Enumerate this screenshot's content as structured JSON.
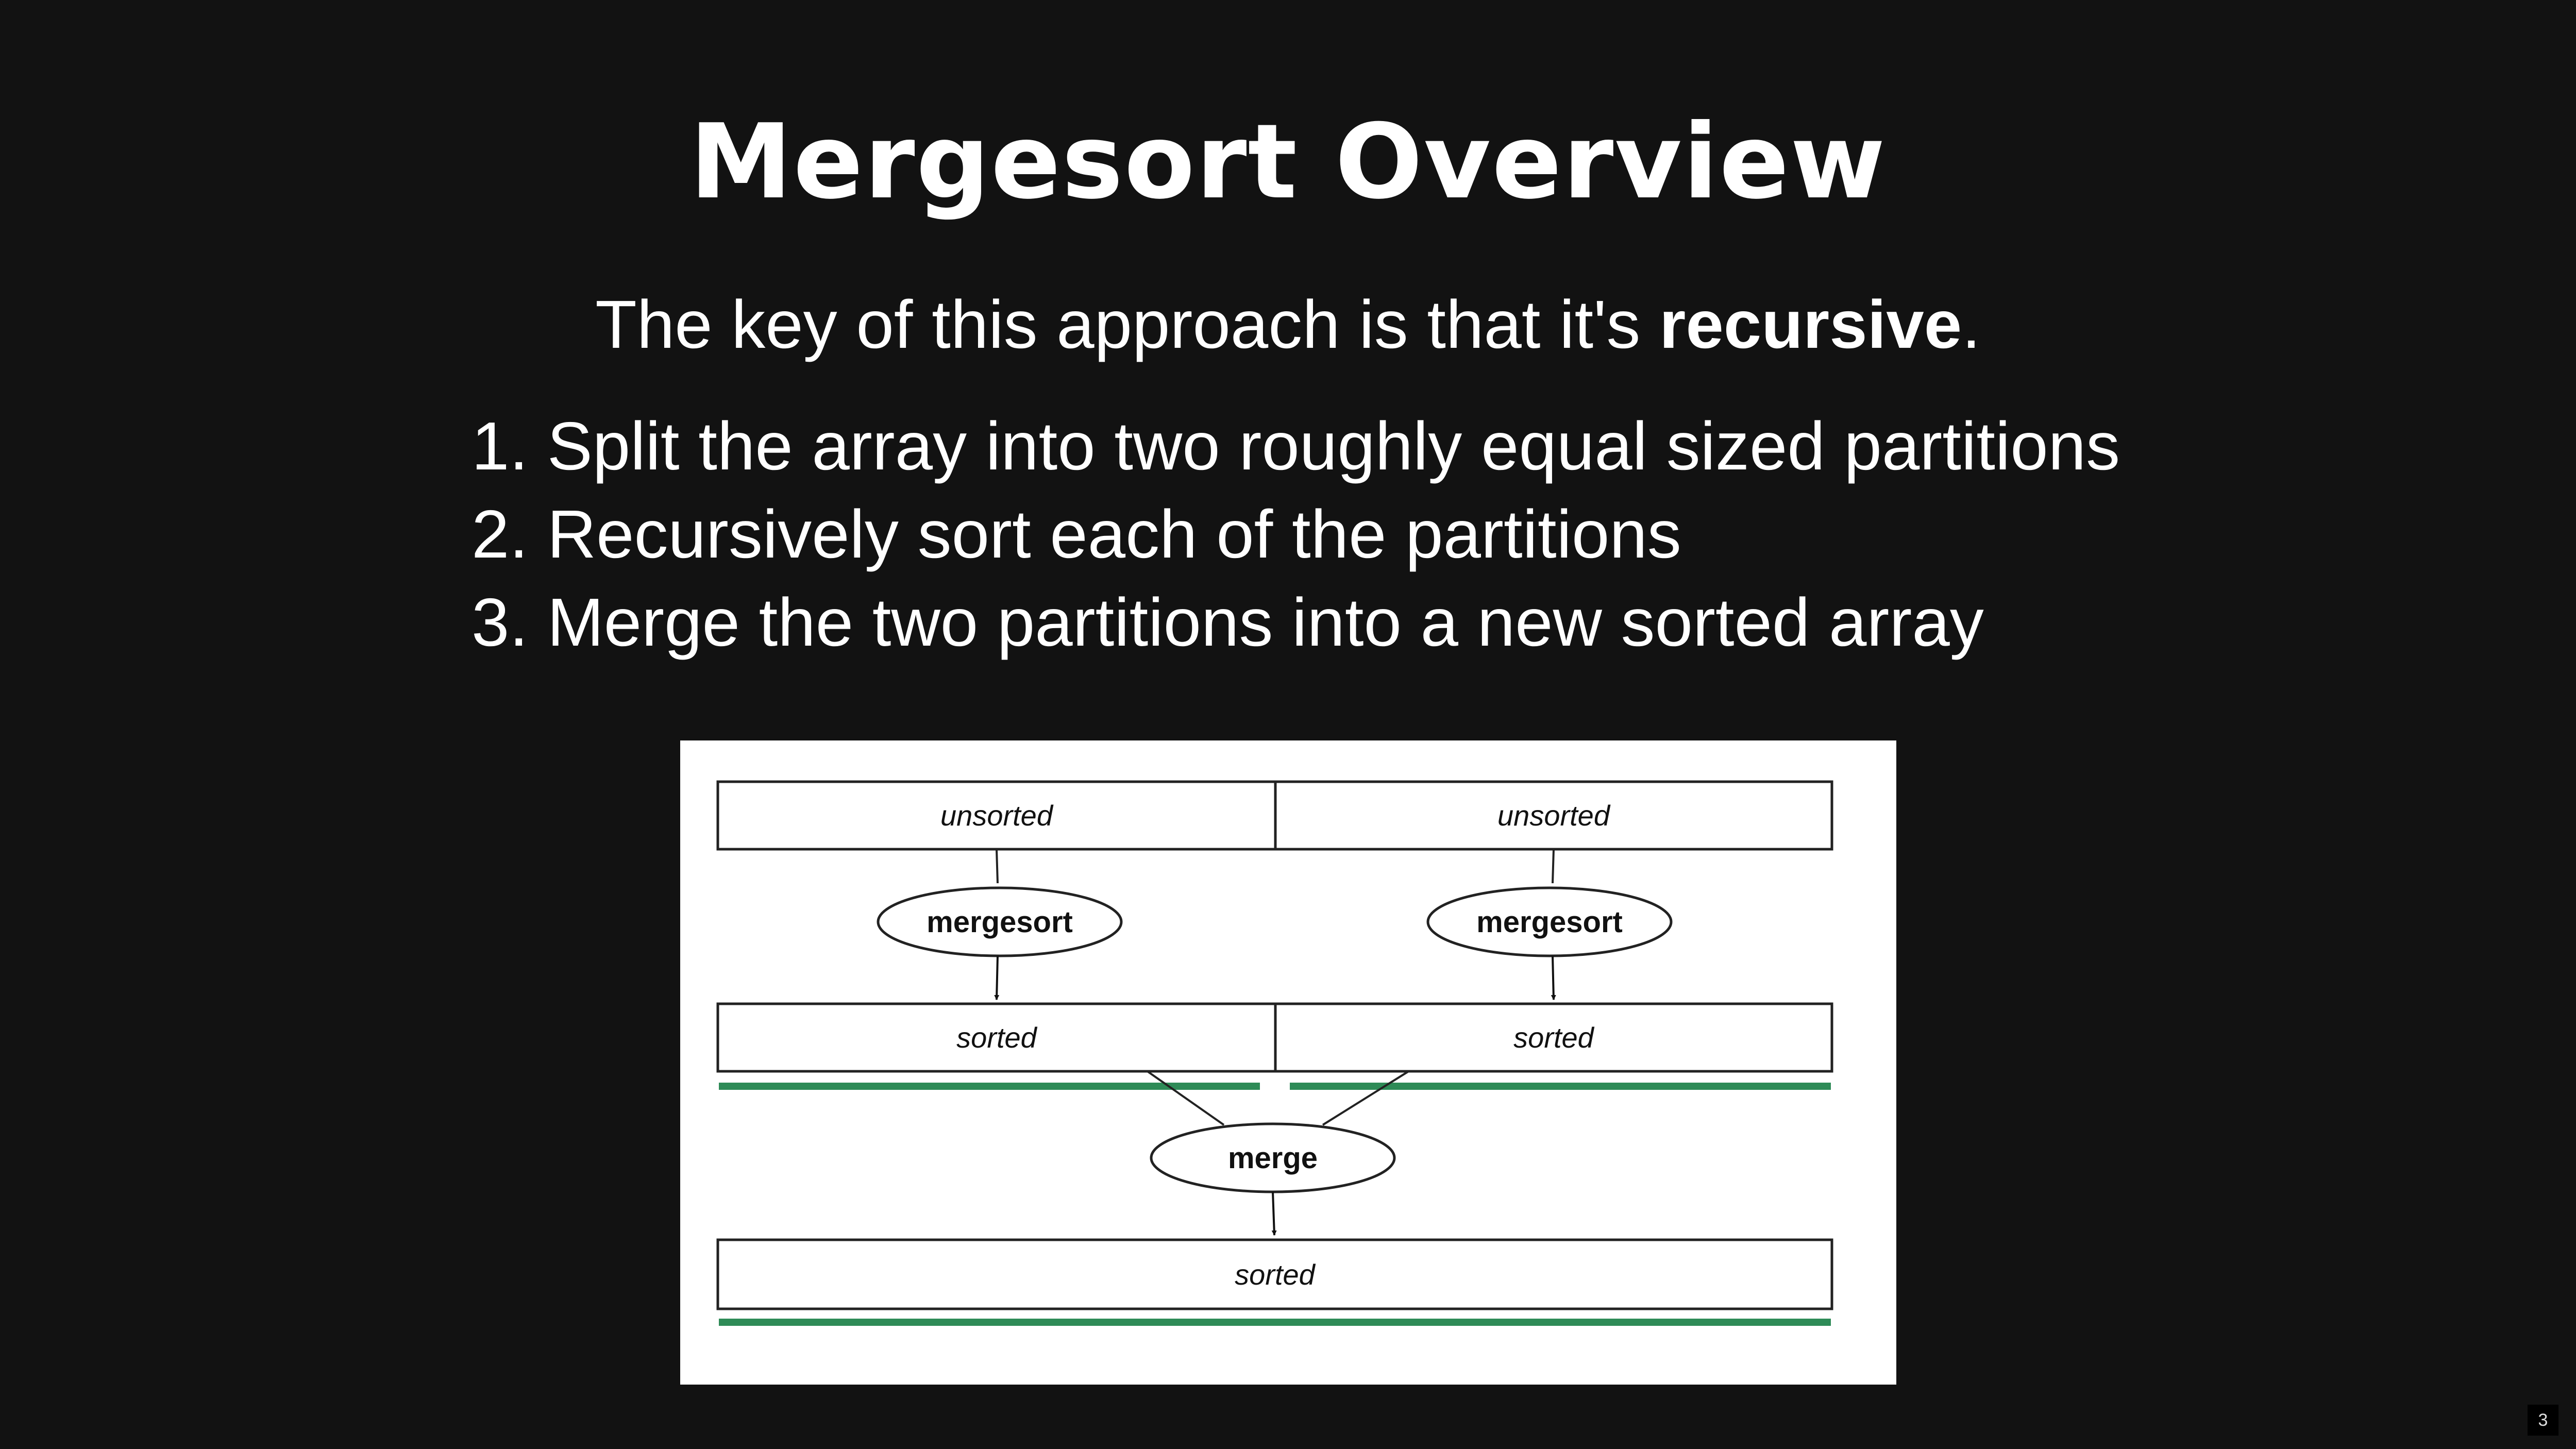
{
  "slide": {
    "title": "Mergesort Overview",
    "subtitle_prefix": "The key of this approach is that it's ",
    "subtitle_bold": "recursive",
    "subtitle_suffix": ".",
    "steps": [
      "1. Split the array into two roughly equal sized partitions",
      "2. Recursively sort each of the partitions",
      "3. Merge the two partitions into a new sorted array"
    ],
    "page_number": "3"
  },
  "diagram": {
    "top_left_box": "unsorted",
    "top_right_box": "unsorted",
    "left_process": "mergesort",
    "right_process": "mergesort",
    "middle_left_box": "sorted",
    "middle_right_box": "sorted",
    "merge_process": "merge",
    "bottom_box": "sorted",
    "sorted_underline_color": "#2e8b57"
  }
}
